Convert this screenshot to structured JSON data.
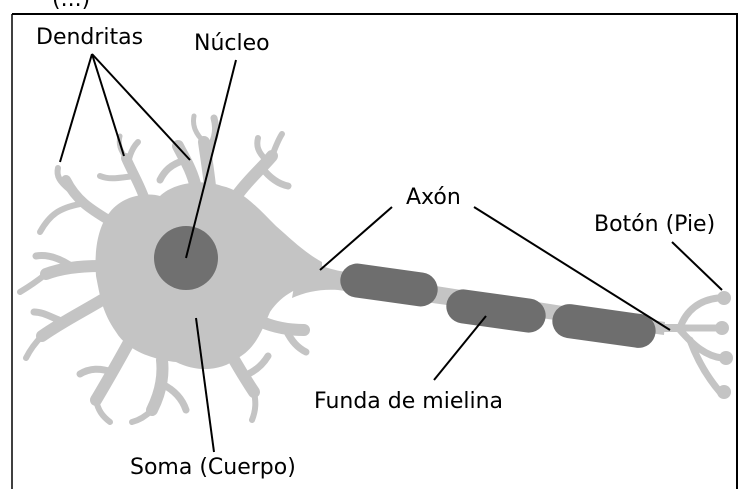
{
  "diagram": {
    "top_clip_text": "(...)",
    "labels": {
      "dendritas": "Dendritas",
      "nucleo": "Núcleo",
      "axon": "Axón",
      "boton": "Botón (Pie)",
      "funda": "Funda de mielina",
      "soma": "Soma (Cuerpo)"
    },
    "colors": {
      "cell": "#c4c4c4",
      "nucleus": "#707070",
      "myelin": "#6e6e6e",
      "line": "#000000",
      "frame": "#000000",
      "background": "#ffffff"
    }
  }
}
